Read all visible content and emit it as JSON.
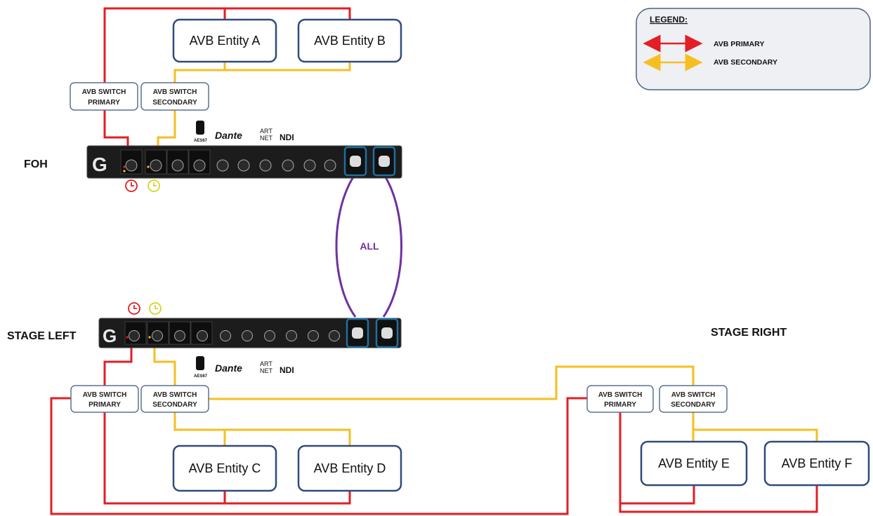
{
  "entities": {
    "a": "AVB Entity A",
    "b": "AVB Entity B",
    "c": "AVB Entity C",
    "d": "AVB Entity D",
    "e": "AVB Entity E",
    "f": "AVB Entity F"
  },
  "switches": {
    "primary_line1": "AVB SWITCH",
    "primary_line2": "PRIMARY",
    "secondary_line1": "AVB SWITCH",
    "secondary_line2": "SECONDARY"
  },
  "locations": {
    "foh": "FOH",
    "stage_left": "STAGE LEFT",
    "stage_right": "STAGE RIGHT"
  },
  "link_label": "ALL",
  "legend": {
    "title": "LEGEND:",
    "primary": "AVB PRIMARY",
    "secondary": "AVB SECONDARY"
  },
  "logos": {
    "aes67": "AES67",
    "dante": "Dante",
    "artnet_line1": "ART",
    "artnet_line2": "NET",
    "ndi": "NDI"
  },
  "colors": {
    "primary": "#e31e24",
    "secondary": "#f5bf22",
    "all_link": "#7030a0",
    "entity_border": "#2f4b7c",
    "switch_border": "#5a7292",
    "device_body": "#1c1c1c",
    "port_highlight": "#1f6fa0",
    "legend_bg": "#eef0f3"
  }
}
